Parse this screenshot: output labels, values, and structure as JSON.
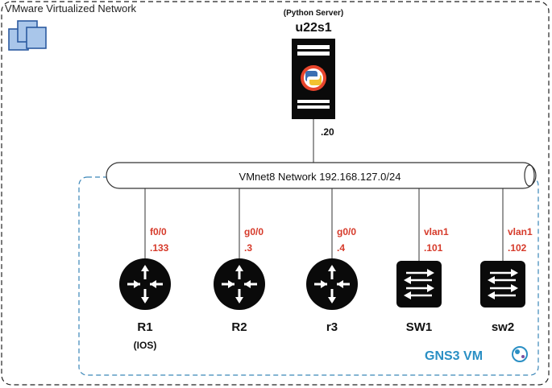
{
  "environment": {
    "title": "VMware Virtualized Network",
    "icon": "vmware-windows-icon"
  },
  "server": {
    "role": "(Python Server)",
    "name": "u22s1",
    "icon": "python-server-icon",
    "ip_suffix": ".20"
  },
  "network": {
    "label": "VMnet8 Network 192.168.127.0/24"
  },
  "devices": [
    {
      "name": "R1",
      "sub": "(IOS)",
      "type": "router",
      "interface": "f0/0",
      "ip_suffix": ".133"
    },
    {
      "name": "R2",
      "sub": "",
      "type": "router",
      "interface": "g0/0",
      "ip_suffix": ".3"
    },
    {
      "name": "r3",
      "sub": "",
      "type": "router",
      "interface": "g0/0",
      "ip_suffix": ".4"
    },
    {
      "name": "SW1",
      "sub": "",
      "type": "switch",
      "interface": "vlan1",
      "ip_suffix": ".101"
    },
    {
      "name": "sw2",
      "sub": "",
      "type": "switch",
      "interface": "vlan1",
      "ip_suffix": ".102"
    }
  ],
  "gns3": {
    "label": "GNS3 VM",
    "icon": "gns3-logo-icon"
  },
  "colors": {
    "interface_label": "#d63a2a",
    "gns3_label": "#2a8fc4",
    "gns3_border": "#3a86b8",
    "device_fill": "#0a0a0a",
    "vmware_icon": "#2c5aa0"
  }
}
